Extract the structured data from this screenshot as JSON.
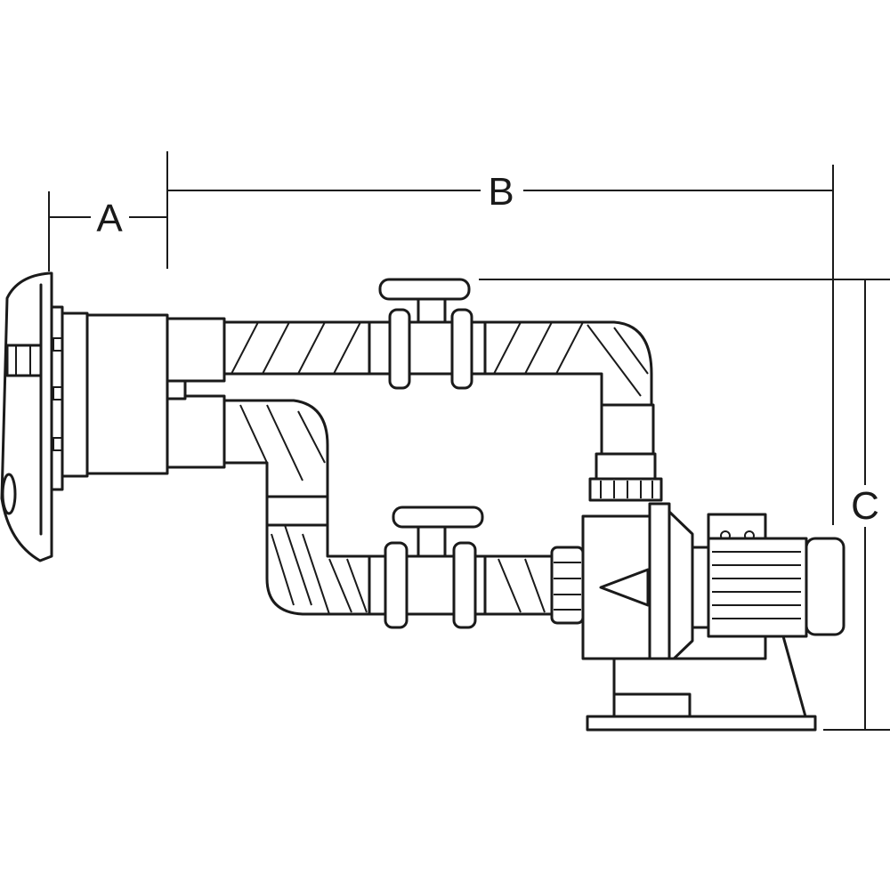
{
  "dimensions": {
    "a_label": "A",
    "b_label": "B",
    "c_label": "C"
  },
  "colors": {
    "line": "#1a1a1a",
    "background": "#ffffff"
  }
}
